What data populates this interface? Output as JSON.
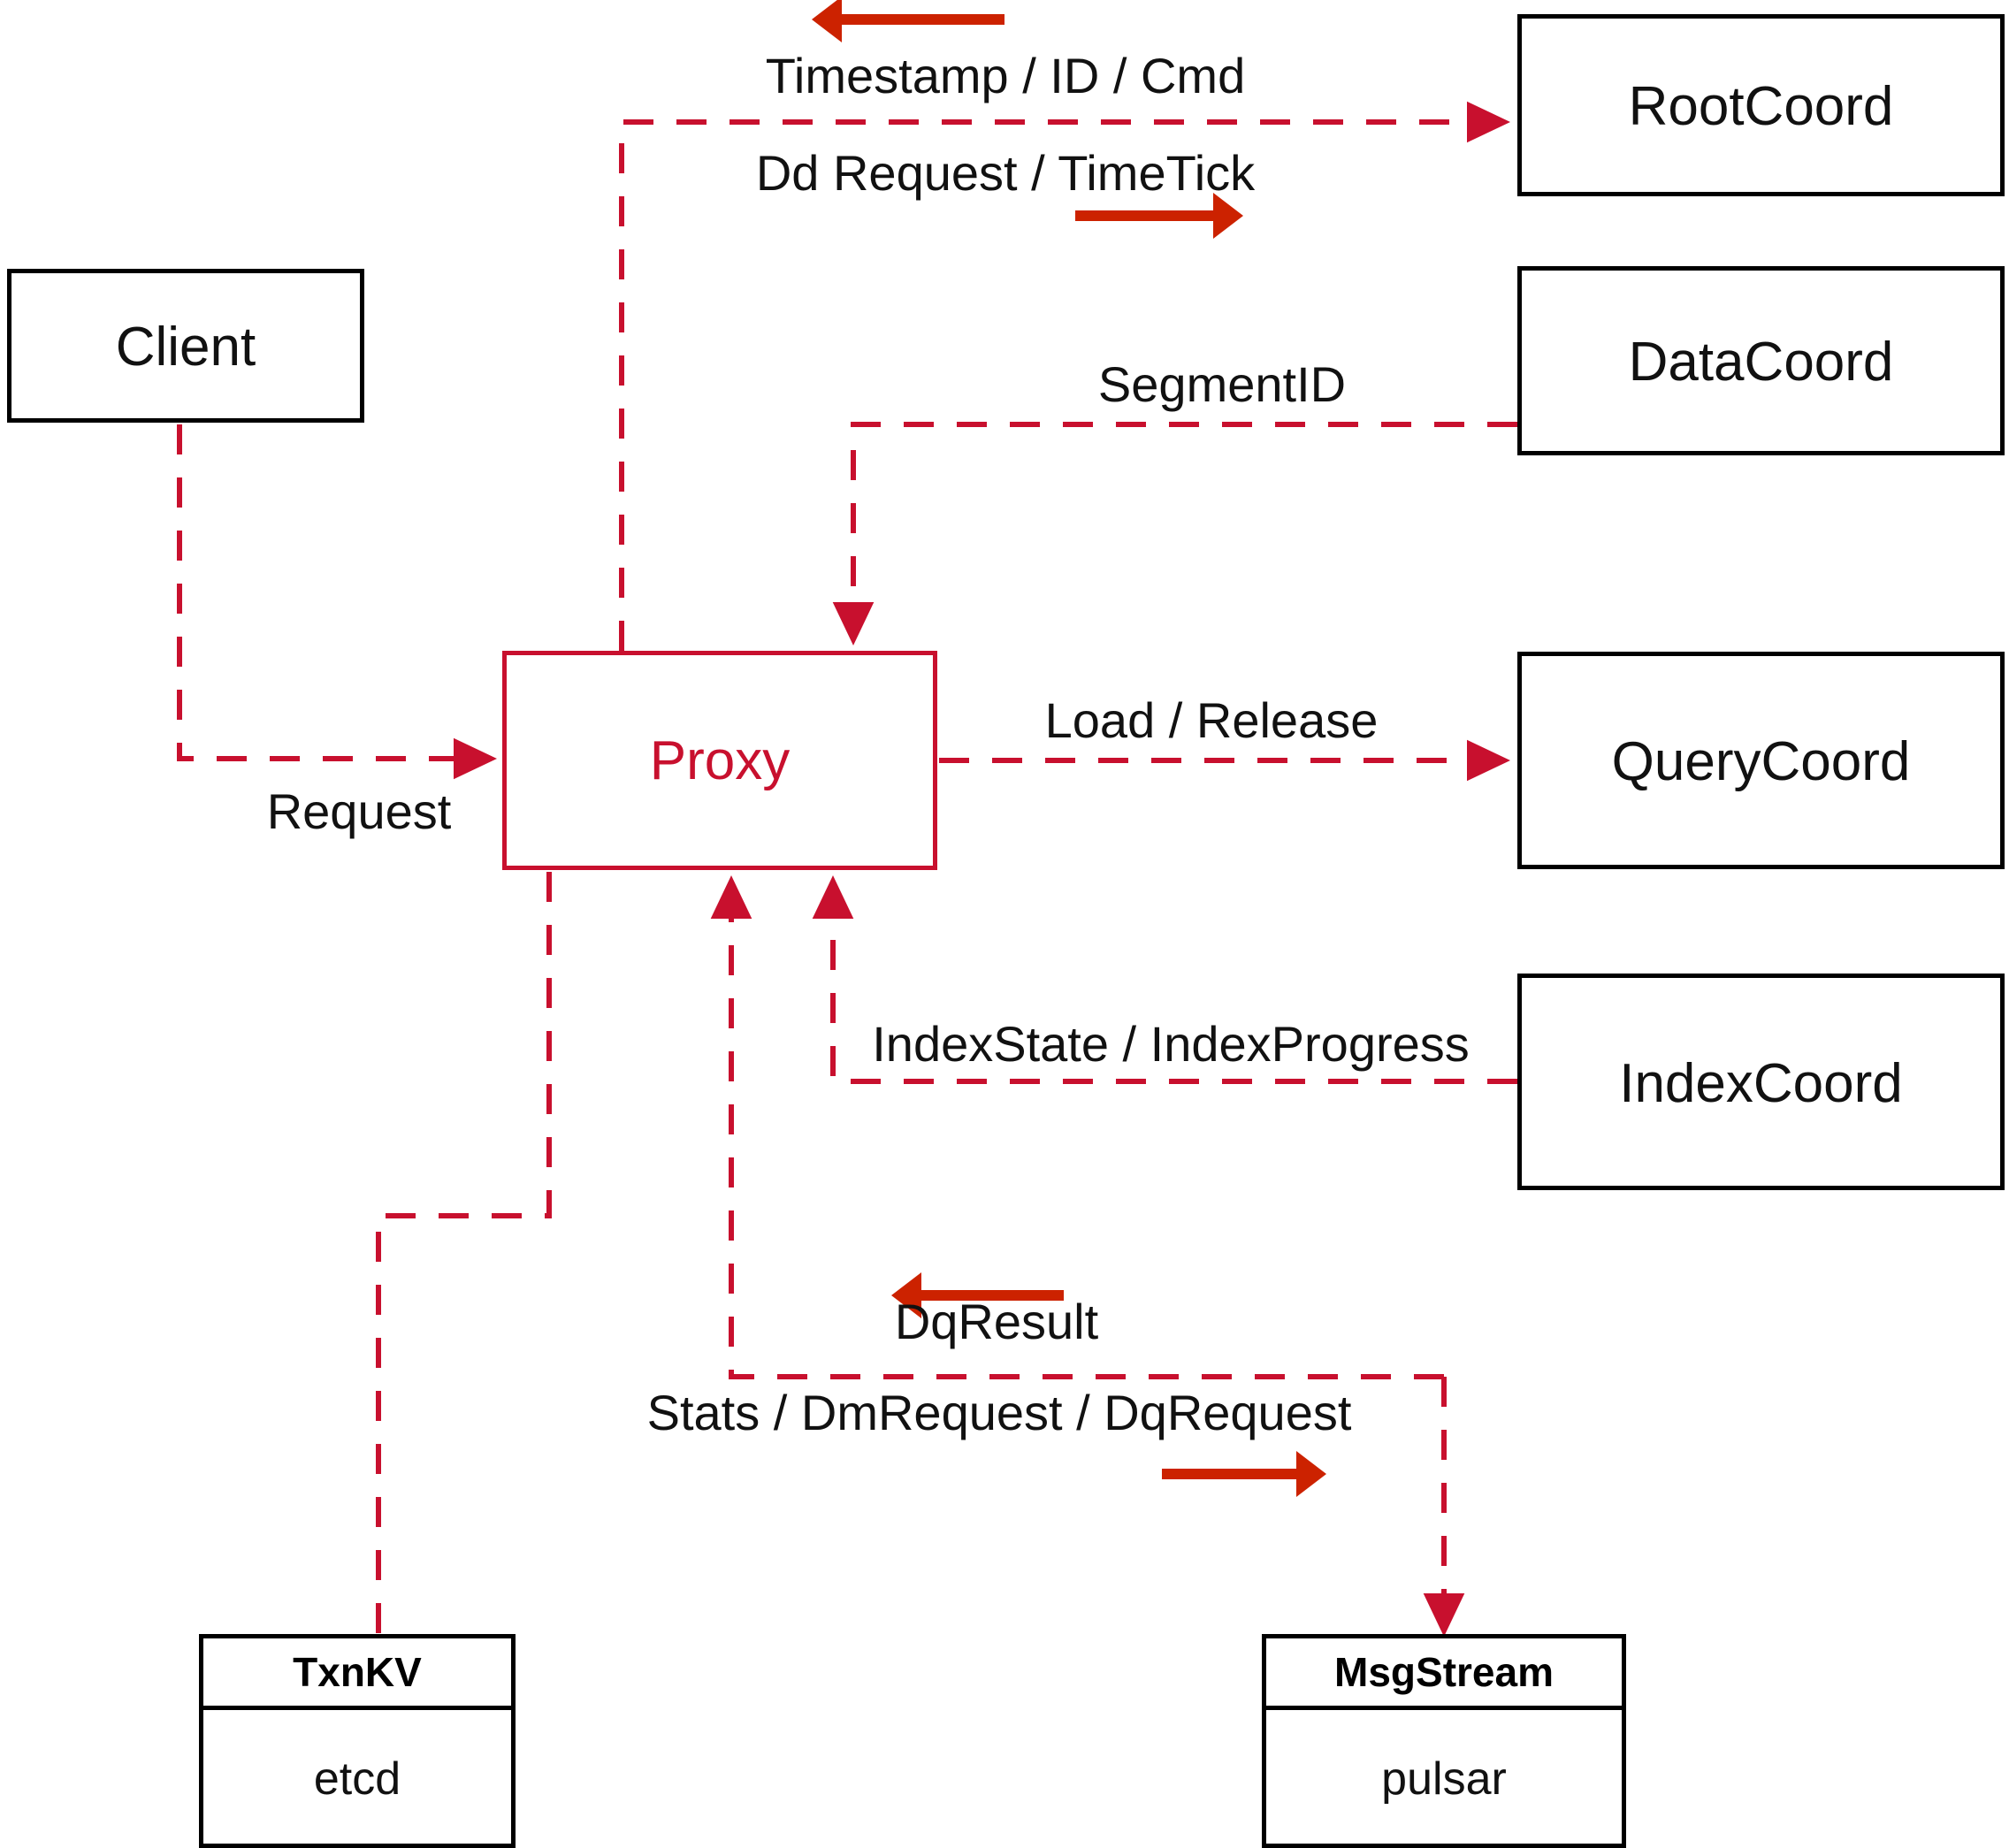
{
  "diagram": {
    "title": "Milvus Proxy Interaction Diagram",
    "accent_red": "#C8102E",
    "arrow_red": "#CC2200",
    "box_black": "#000000"
  },
  "nodes": {
    "client": {
      "label": "Client"
    },
    "proxy": {
      "label": "Proxy"
    },
    "root_coord": {
      "label": "RootCoord"
    },
    "data_coord": {
      "label": "DataCoord"
    },
    "query_coord": {
      "label": "QueryCoord"
    },
    "index_coord": {
      "label": "IndexCoord"
    },
    "txnkv": {
      "header": "TxnKV",
      "body": "etcd"
    },
    "msgstream": {
      "header": "MsgStream",
      "body": "pulsar"
    }
  },
  "edge_labels": {
    "timestamp_id_cmd": "Timestamp / ID / Cmd",
    "dd_request_timetick": "Dd Request / TimeTick",
    "segment_id": "SegmentID",
    "request": "Request",
    "load_release": "Load / Release",
    "index_state_progress": "IndexState / IndexProgress",
    "dq_result": "DqResult",
    "stats_dm_dq_request": "Stats / DmRequest / DqRequest"
  },
  "edges": [
    {
      "from": "client",
      "to": "proxy",
      "label": "Request",
      "style": "dashed",
      "direction": "forward"
    },
    {
      "from": "proxy",
      "to": "root_coord",
      "label": "Dd Request / TimeTick",
      "style": "dashed",
      "direction": "forward"
    },
    {
      "from": "root_coord",
      "to": "proxy",
      "label": "Timestamp / ID / Cmd",
      "style": "dashed",
      "direction": "forward"
    },
    {
      "from": "data_coord",
      "to": "proxy",
      "label": "SegmentID",
      "style": "dashed",
      "direction": "forward"
    },
    {
      "from": "proxy",
      "to": "query_coord",
      "label": "Load / Release",
      "style": "dashed",
      "direction": "forward"
    },
    {
      "from": "index_coord",
      "to": "proxy",
      "label": "IndexState / IndexProgress",
      "style": "dashed",
      "direction": "forward"
    },
    {
      "from": "proxy",
      "to": "txnkv",
      "label": "",
      "style": "dashed",
      "direction": "none"
    },
    {
      "from": "msgstream",
      "to": "proxy",
      "label": "DqResult",
      "style": "dashed",
      "direction": "forward"
    },
    {
      "from": "proxy",
      "to": "msgstream",
      "label": "Stats / DmRequest / DqRequest",
      "style": "dashed",
      "direction": "forward"
    }
  ],
  "legend_arrows": [
    {
      "name": "timestamp-id-cmd-direction",
      "direction": "left"
    },
    {
      "name": "dd-request-timetick-direction",
      "direction": "right"
    },
    {
      "name": "dq-result-direction",
      "direction": "left"
    },
    {
      "name": "stats-dm-dq-request-direction",
      "direction": "right"
    }
  ]
}
